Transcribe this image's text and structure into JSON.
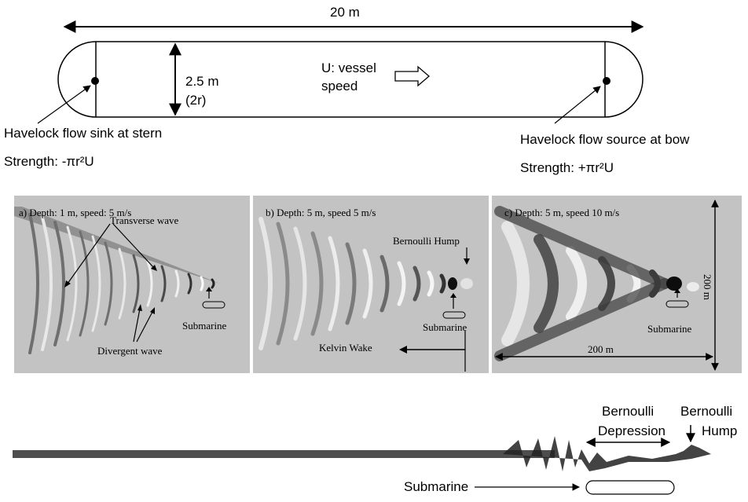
{
  "top": {
    "length_label": "20 m",
    "diameter_label": "2.5 m",
    "radius_label": "(2r)",
    "speed_label_line1": "U: vessel",
    "speed_label_line2": "speed",
    "sink_label": "Havelock flow sink at stern",
    "sink_strength": "Strength: -πr²U",
    "source_label": "Havelock flow source at bow",
    "source_strength": "Strength: +πr²U"
  },
  "panels": [
    {
      "title": "a) Depth: 1 m, speed: 5 m/s",
      "labels": {
        "transverse": "Transverse wave",
        "divergent": "Divergent wave",
        "submarine": "Submarine"
      }
    },
    {
      "title": "b) Depth: 5 m, speed 5 m/s",
      "labels": {
        "hump": "Bernoulli Hump",
        "submarine": "Submarine",
        "kelvin": "Kelvin Wake"
      }
    },
    {
      "title": "c) Depth: 5 m, speed 10 m/s",
      "labels": {
        "submarine": "Submarine",
        "width": "200 m",
        "height": "200 m"
      }
    }
  ],
  "profile": {
    "depression_line1": "Bernoulli",
    "depression_line2": "Depression",
    "hump_line1": "Bernoulli",
    "hump_line2": "Hump",
    "submarine": "Submarine"
  }
}
